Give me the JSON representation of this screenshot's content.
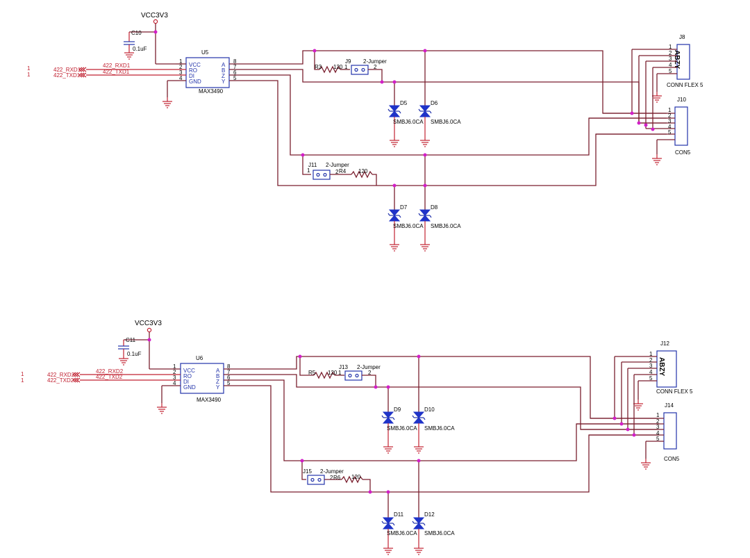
{
  "power_labels": {
    "top": "VCC3V3",
    "bottom": "VCC3V3"
  },
  "capacitors": {
    "top": {
      "ref": "C10",
      "value": "0.1uF"
    },
    "bottom": {
      "ref": "C11",
      "value": "0.1uF"
    }
  },
  "ics": {
    "top": {
      "ref": "U5",
      "part": "MAX3490"
    },
    "bottom": {
      "ref": "U6",
      "part": "MAX3490"
    }
  },
  "ic_pins": {
    "left_names": [
      "VCC",
      "RO",
      "DI",
      "GND"
    ],
    "left_nums": [
      "1",
      "2",
      "3",
      "4"
    ],
    "right_names": [
      "A",
      "B",
      "Z",
      "Y"
    ],
    "right_nums": [
      "8",
      "7",
      "6",
      "5"
    ]
  },
  "nets": {
    "top": {
      "rx": "422_RXD1",
      "tx": "422_TXD1",
      "rx_port": "422_RXD1",
      "tx_port": "422_TXD1",
      "rx_sheet": "1",
      "tx_sheet": "1"
    },
    "bottom": {
      "rx": "422_RXD2",
      "tx": "422_TXD2",
      "rx_port": "422_RXD2",
      "tx_port": "422_TXD2",
      "rx_sheet": "1",
      "tx_sheet": "1"
    }
  },
  "resistors": {
    "r3": {
      "ref": "R3",
      "value": "120",
      "p1": "1",
      "p2": "2"
    },
    "r4": {
      "ref": "R4",
      "value": "120",
      "p1": "1",
      "p2": "2"
    },
    "r5": {
      "ref": "R5",
      "value": "120",
      "p1": "1",
      "p2": "2"
    },
    "r6": {
      "ref": "R6",
      "value": "120",
      "p1": "1",
      "p2": "2"
    }
  },
  "jumpers": {
    "j9": {
      "ref": "J9",
      "value": "2-Jumper"
    },
    "j11": {
      "ref": "J11",
      "value": "2-Jumper"
    },
    "j13": {
      "ref": "J13",
      "value": "2-Jumper"
    },
    "j15": {
      "ref": "J15",
      "value": "2-Jumper"
    }
  },
  "diodes": {
    "d5": {
      "ref": "D5",
      "part": "SMBJ6.0CA"
    },
    "d6": {
      "ref": "D6",
      "part": "SMBJ6.0CA"
    },
    "d7": {
      "ref": "D7",
      "part": "SMBJ6.0CA"
    },
    "d8": {
      "ref": "D8",
      "part": "SMBJ6.0CA"
    },
    "d9": {
      "ref": "D9",
      "part": "SMBJ6.0CA"
    },
    "d10": {
      "ref": "D10",
      "part": "SMBJ6.0CA"
    },
    "d11": {
      "ref": "D11",
      "part": "SMBJ6.0CA"
    },
    "d12": {
      "ref": "D12",
      "part": "SMBJ6.0CA"
    }
  },
  "connectors": {
    "j8": {
      "ref": "J8",
      "part": "CONN FLEX 5",
      "label": "ABZY"
    },
    "j10": {
      "ref": "J10",
      "part": "CON5"
    },
    "j12": {
      "ref": "J12",
      "part": "CONN FLEX 5",
      "label": "ABZY"
    },
    "j14": {
      "ref": "J14",
      "part": "CON5"
    }
  },
  "connector_pins": [
    "1",
    "2",
    "3",
    "4",
    "5"
  ],
  "colors": {
    "wire": "#7a1f2e",
    "power": "#c02030",
    "component": "#2233aa",
    "junction": "#d21fc8"
  }
}
